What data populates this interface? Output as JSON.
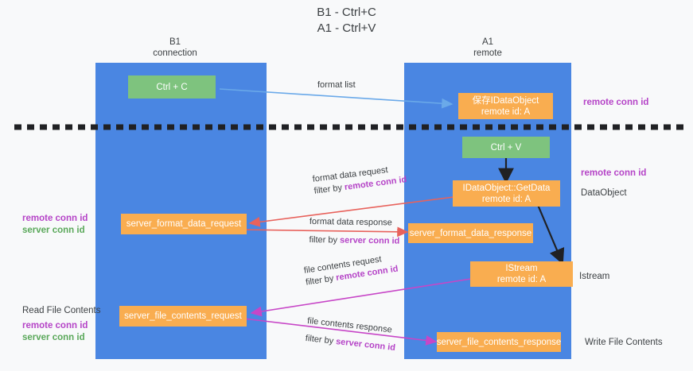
{
  "title": {
    "line1": "B1 - Ctrl+C",
    "line2": "A1 - Ctrl+V"
  },
  "columns": [
    {
      "name": "B1",
      "sub": "connection"
    },
    {
      "name": "A1",
      "sub": "remote"
    }
  ],
  "colors": {
    "lane": "#4a86e2",
    "green_node": "#7ec37e",
    "orange_node": "#f9ad50",
    "purple_text": "#b544c7",
    "green_text": "#5aa85a",
    "blue_arrow": "#6aa9e9",
    "red_arrow": "#e8625c",
    "magenta_arrow": "#c746c7",
    "black_arrow": "#202124",
    "background": "#f8f9fa"
  },
  "nodes": {
    "ctrl_c": {
      "label": "Ctrl + C"
    },
    "ctrl_v": {
      "label": "Ctrl + V"
    },
    "save_dataobject": {
      "line1": "保存IDataObject",
      "line2": "remote id: A"
    },
    "getdata": {
      "line1": "IDataObject::GetData",
      "line2": "remote id: A"
    },
    "istream": {
      "line1": "IStream",
      "line2": "remote id: A"
    },
    "server_format_data_request": {
      "label": "server_format_data_request"
    },
    "server_format_data_response": {
      "label": "server_format_data_response"
    },
    "server_file_contents_request": {
      "label": "server_file_contents_request"
    },
    "server_file_contents_response": {
      "label": "server_file_contents_response"
    }
  },
  "edge_labels": {
    "format_list": "format list",
    "format_data_request": "format data request",
    "format_data_request_filter_prefix": "filter by ",
    "format_data_request_filter_key": "remote conn id",
    "format_data_response": "format data response",
    "format_data_response_filter_prefix": "filter by ",
    "format_data_response_filter_key": "server conn id",
    "file_contents_request": "file contents request",
    "file_contents_request_filter_prefix": "filter by ",
    "file_contents_request_filter_key": "remote conn id",
    "file_contents_response": "file contents response",
    "file_contents_response_filter_prefix": "filter by ",
    "file_contents_response_filter_key": "server conn id"
  },
  "annotations": {
    "right_remote_conn_id_top": "remote conn id",
    "right_remote_conn_id_mid": "remote conn id",
    "right_dataobject": "DataObject",
    "right_istream": "Istream",
    "right_write_file_contents": "Write File Contents",
    "left_remote_conn_id_mid": "remote conn id",
    "left_server_conn_id_mid": "server conn id",
    "left_read_file_contents": "Read File Contents",
    "left_remote_conn_id_bottom": "remote conn id",
    "left_server_conn_id_bottom": "server conn id"
  }
}
